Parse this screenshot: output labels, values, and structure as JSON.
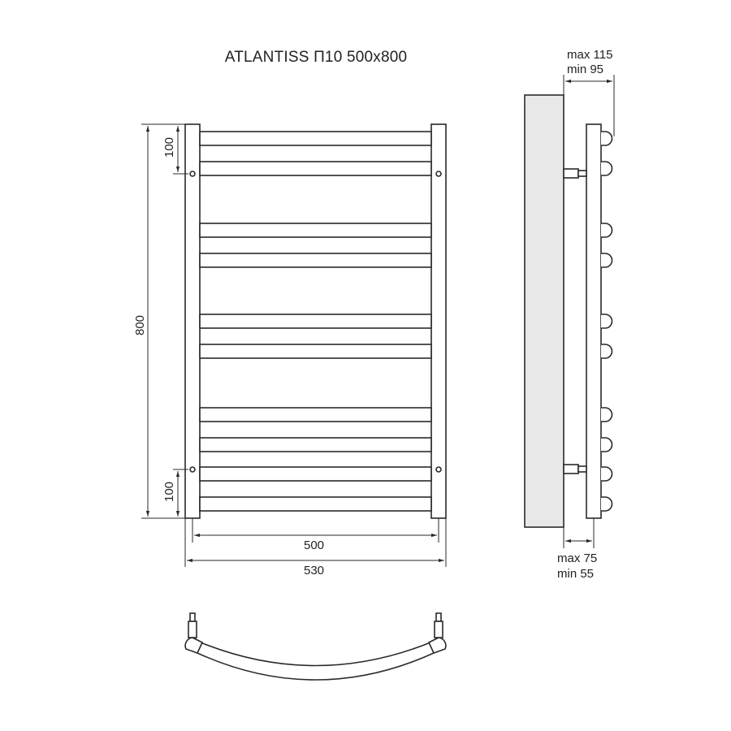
{
  "title": "ATLANTISS П10 500x800",
  "front_view": {
    "height_label": "800",
    "top_offset_label": "100",
    "bottom_offset_label": "100",
    "inner_width_label": "500",
    "outer_width_label": "530",
    "bar_groups": [
      2,
      2,
      2,
      4
    ]
  },
  "side_view": {
    "top_distance_max": "max 115",
    "top_distance_min": "min 95",
    "bottom_distance_max": "max 75",
    "bottom_distance_min": "min 55",
    "wall_color": "#e8e8e8"
  },
  "colors": {
    "line": "#2a2a2a",
    "background": "#ffffff"
  }
}
